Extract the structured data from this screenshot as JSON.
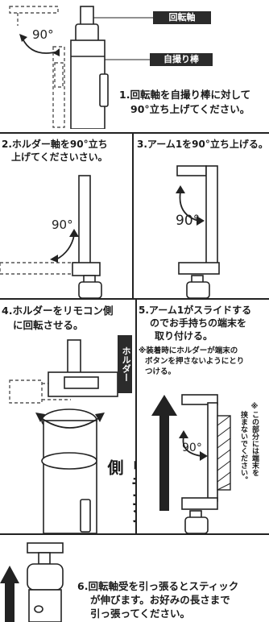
{
  "step1": {
    "tag_top": "回転軸",
    "tag_bottom": "自撮り棒",
    "angle": "90°",
    "text_line1": "1.回転軸を自撮り棒に対して",
    "text_line2": "90°立ち上げてください。"
  },
  "step2": {
    "text_line1": "2.ホルダー軸を90°立ち",
    "text_line2": "上げてくださいさい。",
    "angle": "90°"
  },
  "step3": {
    "text": "3.アーム1を90°立ち上げる。",
    "angle": "90°"
  },
  "step4": {
    "text_line1": "4.ホルダーをリモコン側",
    "text_line2": "に回転させる。",
    "tag_holder": "ホルダー",
    "label_remote": "リモコン側"
  },
  "step5": {
    "text_line1": "5.アーム1がスライドする",
    "text_line2": "のでお手持ちの端末を",
    "text_line3": "取り付ける。",
    "note_line1": "※装着時にホルダーが端末の",
    "note_line2": "ボタンを押さないようにとり",
    "note_line3": "つける。",
    "angle": "90°",
    "side_note_line1": "※この部分には端末を",
    "side_note_line2": "挟まないでください。"
  },
  "step6": {
    "text_line1": "6.回転軸受を引っ張るとスティック",
    "text_line2": "が伸びます。お好みの長さまで",
    "text_line3": "引っ張ってください。"
  }
}
